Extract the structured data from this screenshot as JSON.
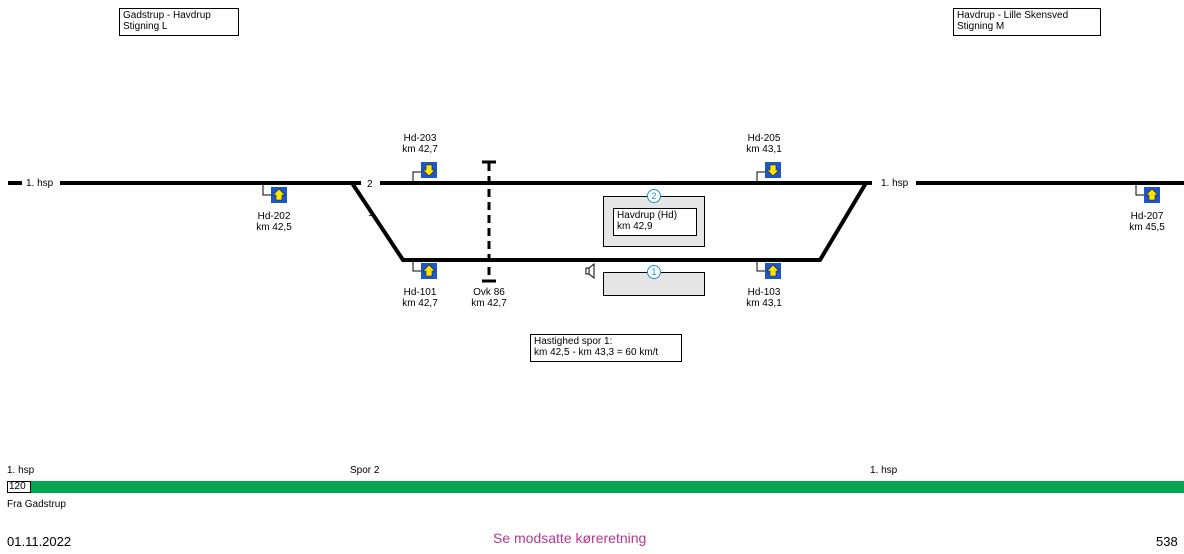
{
  "grade_boxes": [
    {
      "line1": "Gadstrup - Havdrup",
      "line2": "Stigning L"
    },
    {
      "line1": "Havdrup - Lille Skensved",
      "line2": "Stigning M"
    }
  ],
  "track_labels": {
    "left_hsp": "1. hsp",
    "right_hsp": "1. hsp",
    "track2": "2",
    "track1": "1"
  },
  "signals": [
    {
      "id": "Hd-203",
      "km": "km 42,7"
    },
    {
      "id": "Hd-205",
      "km": "km 43,1"
    },
    {
      "id": "Hd-202",
      "km": "km 42,5"
    },
    {
      "id": "Hd-207",
      "km": "km 45,5"
    },
    {
      "id": "Hd-101",
      "km": "km 42,7"
    },
    {
      "id": "Hd-103",
      "km": "km 43,1"
    }
  ],
  "crossing": {
    "id": "Ovk 86",
    "km": "km 42,7"
  },
  "station": {
    "name": "Havdrup (Hd)",
    "km": "km 42,9"
  },
  "platforms": {
    "p2": "2",
    "p1": "1"
  },
  "speed_note": {
    "line1": "Hastighed spor 1:",
    "line2": "km 42,5 - km 43,3 = 60 km/t"
  },
  "bottom_strip": {
    "label_left": "1. hsp",
    "label_mid": "Spor 2",
    "label_right": "1. hsp",
    "speed": "120",
    "from": "Fra Gadstrup",
    "bar_color": "#00a651"
  },
  "footer": {
    "date": "01.11.2022",
    "center": "Se modsatte køreretning",
    "page": "538"
  }
}
